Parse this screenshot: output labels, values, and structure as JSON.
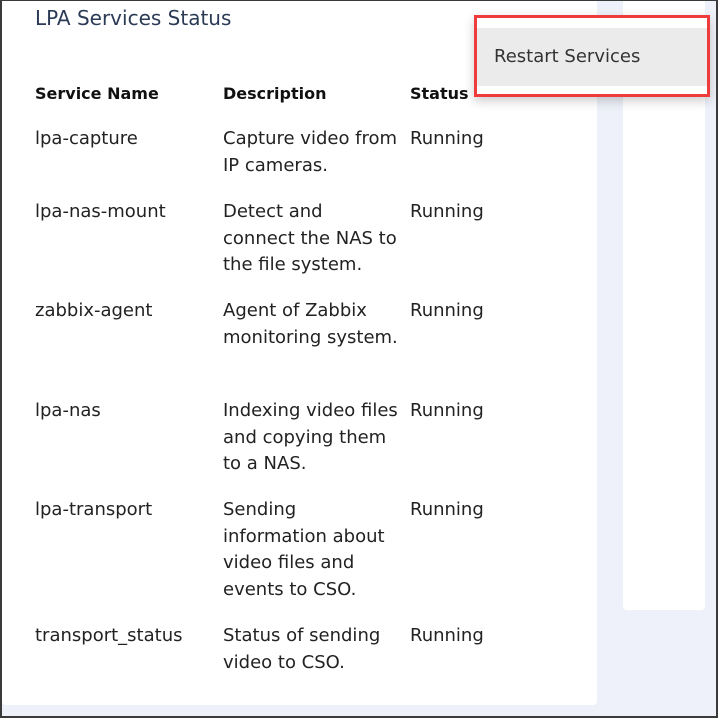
{
  "title": "LPA Services Status",
  "headers": [
    "Service Name",
    "Description",
    "Status"
  ],
  "rows": [
    {
      "name": "lpa-capture",
      "desc": "Capture video from IP cameras.",
      "status": "Running"
    },
    {
      "name": "lpa-nas-mount",
      "desc": "Detect and connect the NAS to the file system.",
      "status": "Running"
    },
    {
      "name": "zabbix-agent",
      "desc": "Agent of Zabbix monitoring system.",
      "status": "Running"
    },
    {
      "name": "lpa-nas",
      "desc": "Indexing video files and copying them to a NAS.",
      "status": "Running"
    },
    {
      "name": "lpa-transport",
      "desc": "Sending information about video files and events to CSO.",
      "status": "Running"
    },
    {
      "name": "transport_status",
      "desc": "Status of sending video to CSO.",
      "status": "Running"
    }
  ],
  "menu": {
    "restart_label": "Restart Services"
  }
}
